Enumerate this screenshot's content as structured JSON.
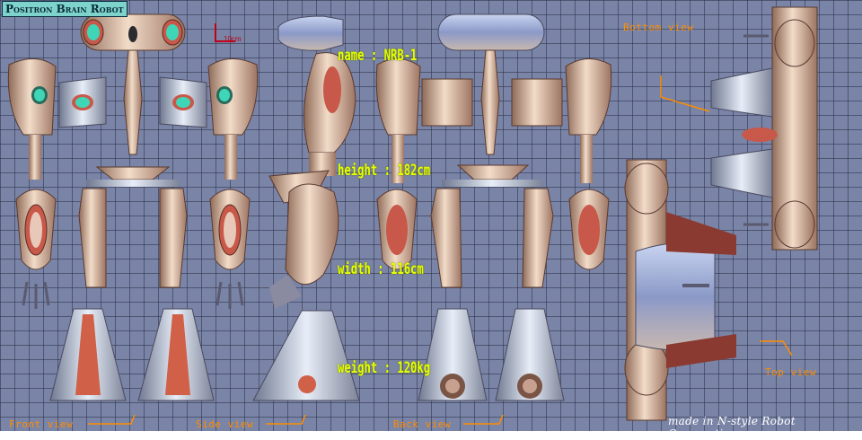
{
  "title": "Positron Brain Robot",
  "scale_label": "10cm",
  "views": {
    "front": "Front view",
    "side": "Side view",
    "back": "Back view",
    "top": "Top view",
    "bottom": "Bottom view"
  },
  "specs": {
    "name": "name : NRB-1",
    "height": "height : 182cm",
    "width": "width : 116cm",
    "weight": "weight : 120kg"
  },
  "credit": "made in N-style Robot Corporation",
  "colors": {
    "background": "#7a84a6",
    "grid": "#2f3650",
    "label_orange": "#ff8c00",
    "spec_yellow": "#e6ff00",
    "robot_skin": "#d9b8a0",
    "accent_red": "#d06048",
    "eye_cyan": "#3fd6b8"
  }
}
